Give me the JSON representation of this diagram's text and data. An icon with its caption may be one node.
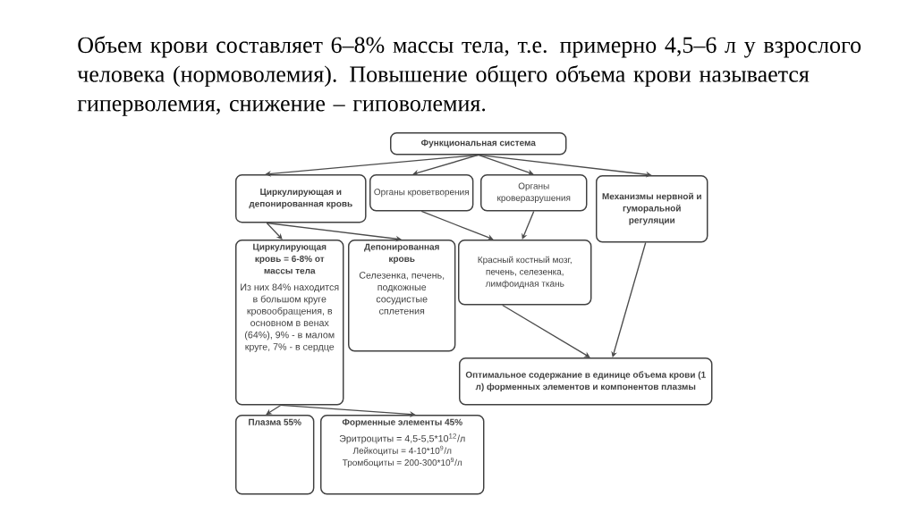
{
  "diagram": {
    "title": "Объем крови составляет 6–8% массы тела, т.е. примерно 4,5–6 л у взрослого человека (нормоволемия). Повышение общего объема крови называется гиперволемия, снижение – гиповолемия.",
    "nodes": [
      {
        "text": [
          "Функциональная система"
        ]
      },
      {
        "text": [
          "Циркулирующая и депонированная кровь"
        ]
      },
      {
        "text": [
          "Органы кроветворения"
        ]
      },
      {
        "text": [
          "Органы кроверазрушения"
        ]
      },
      {
        "text": [
          "Механизмы нервной и гуморальной регуляции"
        ]
      },
      {
        "text": [
          "Циркулирующая кровь = 6-8% от массы тела",
          "Из них 84% находится в большом круге кровообращения, в основном в венах (64%), 9% - в малом круге, 7% - в сердце"
        ]
      },
      {
        "text": [
          "Депонированная кровь",
          "Селезенка, печень, подкожные сосудистые сплетения"
        ]
      },
      {
        "text": [
          "Красный костный мозг, печень, селезенка, лимфоидная ткань"
        ]
      },
      {
        "text": [
          "Оптимальное содержание в единице объема крови (1 л) форменных элементов и компонентов плазмы"
        ]
      },
      {
        "text": [
          "Плазма 55%"
        ]
      },
      {
        "text": [
          "Форменные элементы 45%",
          "Эритроциты = 4,5-5,5*10$^{12}$/л",
          "Лейкоциты = 4-10*10$^{9}$/л",
          "Тромбоциты = 200-300*10$^{9}$/л"
        ]
      }
    ],
    "edges": [
      {
        "from": 0,
        "to": 1,
        "arrow": "to"
      },
      {
        "from": 0,
        "to": 2,
        "arrow": "to"
      },
      {
        "from": 0,
        "to": 3,
        "arrow": "to"
      },
      {
        "from": 0,
        "to": 4,
        "arrow": "to"
      },
      {
        "from": 1,
        "to": 5,
        "arrow": "to"
      },
      {
        "from": 1,
        "to": 6,
        "arrow": "to"
      },
      {
        "from": 2,
        "to": 7,
        "arrow": "to"
      },
      {
        "from": 3,
        "to": 7,
        "arrow": "to"
      },
      {
        "from": 7,
        "to": 8,
        "arrow": "to"
      },
      {
        "from": 4,
        "to": 8,
        "arrow": "to"
      },
      {
        "from": 5,
        "to": 9,
        "arrow": "to"
      },
      {
        "from": 5,
        "to": 10,
        "arrow": "to"
      }
    ]
  }
}
